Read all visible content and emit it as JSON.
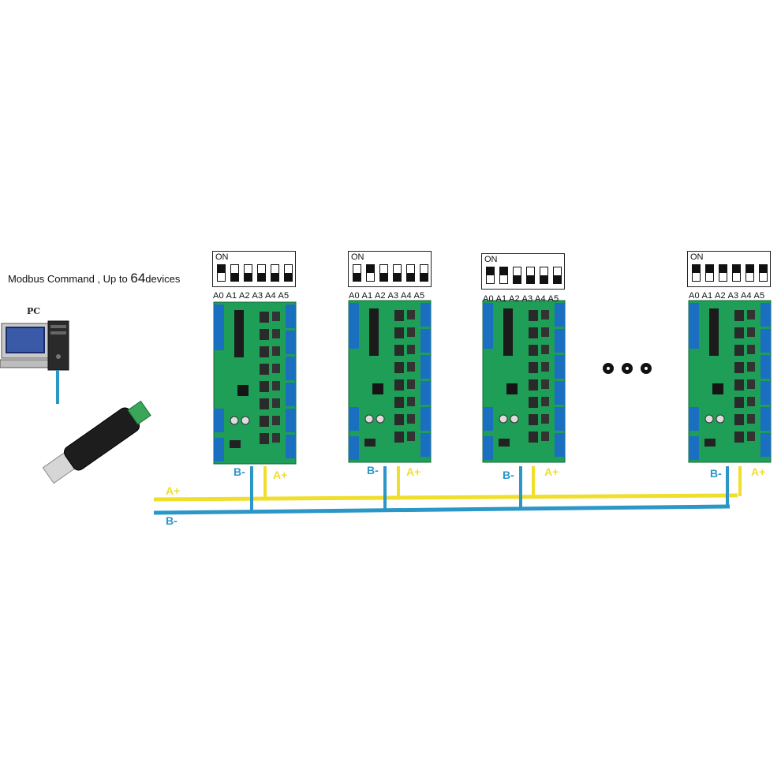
{
  "title": {
    "prefix": "Modbus Command , Up to ",
    "count": "64",
    "suffix": "devices"
  },
  "pc_label": "PC",
  "dip_on_label": "ON",
  "address_labels": "A0 A1 A2 A3 A4 A5",
  "bus_labels": {
    "a_plus": "A+",
    "b_minus": "B-"
  },
  "ellipsis": "•••",
  "devices": [
    {
      "switches": [
        0,
        1,
        1,
        1,
        1,
        1
      ]
    },
    {
      "switches": [
        1,
        0,
        1,
        1,
        1,
        1
      ]
    },
    {
      "switches": [
        0,
        0,
        1,
        1,
        1,
        1
      ]
    },
    {
      "switches": [
        0,
        0,
        0,
        0,
        0,
        0
      ]
    }
  ],
  "colors": {
    "a_plus_wire": "#f0de2c",
    "b_minus_wire": "#2b97c7",
    "pcb_green": "#1f9e57",
    "terminal_blue": "#1a6fc0"
  }
}
